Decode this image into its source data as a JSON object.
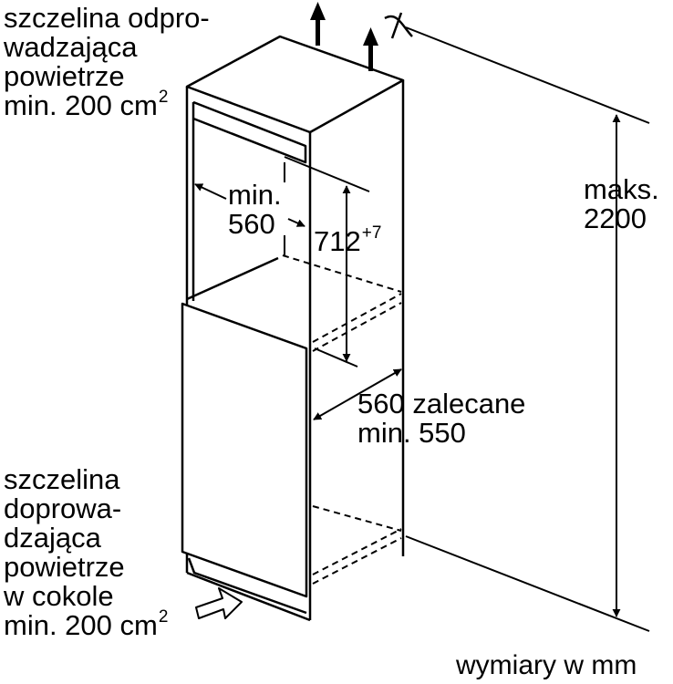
{
  "labels": {
    "exhaust": {
      "lines": [
        "szczelina odpro-",
        "wadzająca",
        "powietrze",
        "min. 200 cm"
      ],
      "sup": "2"
    },
    "intake": {
      "lines": [
        "szczelina",
        "doprowa-",
        "dzająca",
        "powietrze",
        "w cokole",
        "min. 200 cm"
      ],
      "sup": "2"
    },
    "min_width": {
      "line1": "min.",
      "line2": "560"
    },
    "niche_height": {
      "value": "712",
      "sup": "+7"
    },
    "max_height": {
      "line1": "maks.",
      "line2": "2200"
    },
    "depth": {
      "line1": "560 zalecane",
      "line2": "min. 550"
    },
    "units": "wymiary w mm"
  }
}
